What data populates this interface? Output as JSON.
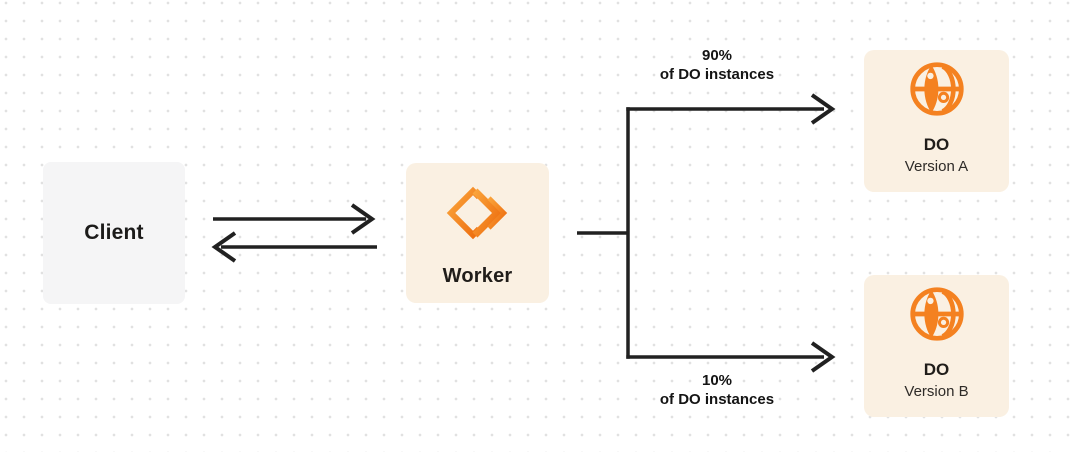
{
  "diagram": {
    "client": {
      "label": "Client"
    },
    "worker": {
      "label": "Worker",
      "icon": "workers-logo-icon"
    },
    "do_version_a": {
      "title": "DO",
      "subtitle": "Version A",
      "icon": "durable-object-globe-icon"
    },
    "do_version_b": {
      "title": "DO",
      "subtitle": "Version B",
      "icon": "durable-object-globe-icon"
    },
    "routes": {
      "top": {
        "percent": "90%",
        "caption": "of DO instances"
      },
      "bottom": {
        "percent": "10%",
        "caption": "of DO instances"
      }
    },
    "colors": {
      "accent_orange": "#F6821F",
      "cream_box_bg": "#FAF0E2",
      "gray_box_bg": "#F5F5F6",
      "connector_line": "#212121",
      "text_dark": "#201D1A",
      "dot_grid": "#E1E1E1"
    }
  }
}
